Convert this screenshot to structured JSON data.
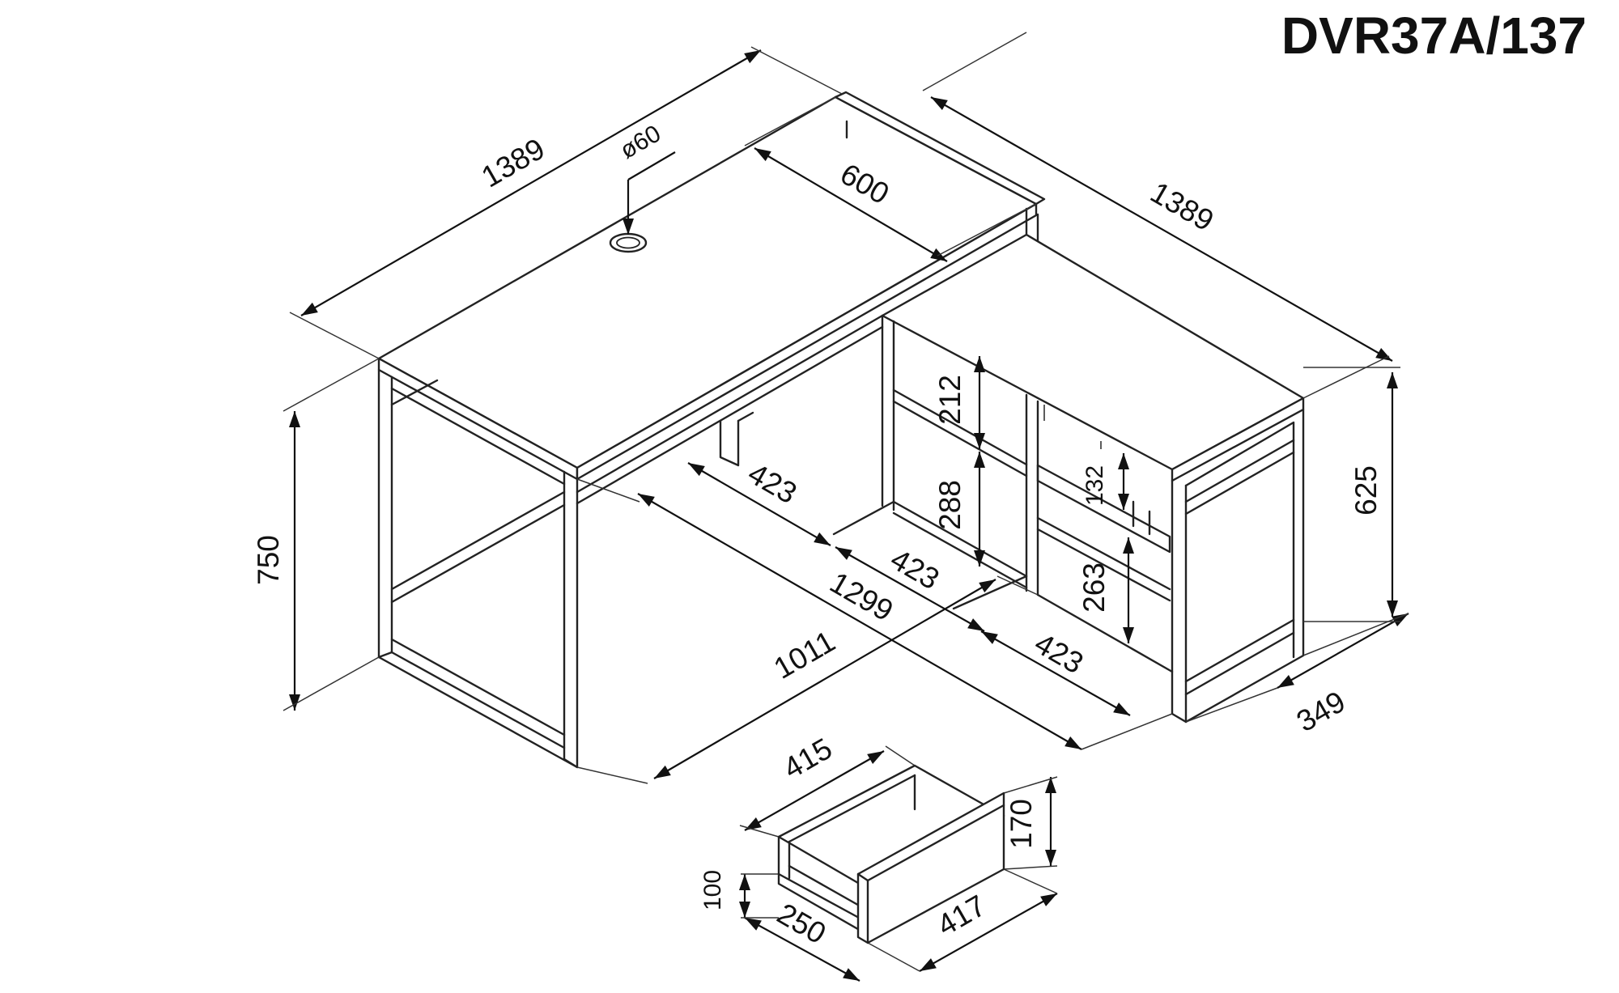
{
  "model_code": "DVR37A/137",
  "dimensions": {
    "desk_length": "1389",
    "grommet_diameter": "ø60",
    "desk_depth": "600",
    "return_length": "1389",
    "height_total": "750",
    "return_height": "625",
    "return_depth": "349",
    "shelf_upper_height": "212",
    "shelf_lower_height": "288",
    "drawer_slot_height": "132",
    "bottom_compartment_height": "263",
    "compartment_width_1": "423",
    "compartment_width_2": "423",
    "compartment_width_3": "423",
    "inner_length": "1299",
    "leg_span": "1011"
  },
  "drawer": {
    "width": "415",
    "height": "170",
    "side_height": "100",
    "depth": "250",
    "front_width": "417"
  },
  "colors": {
    "line": "#222222",
    "background": "#ffffff"
  }
}
